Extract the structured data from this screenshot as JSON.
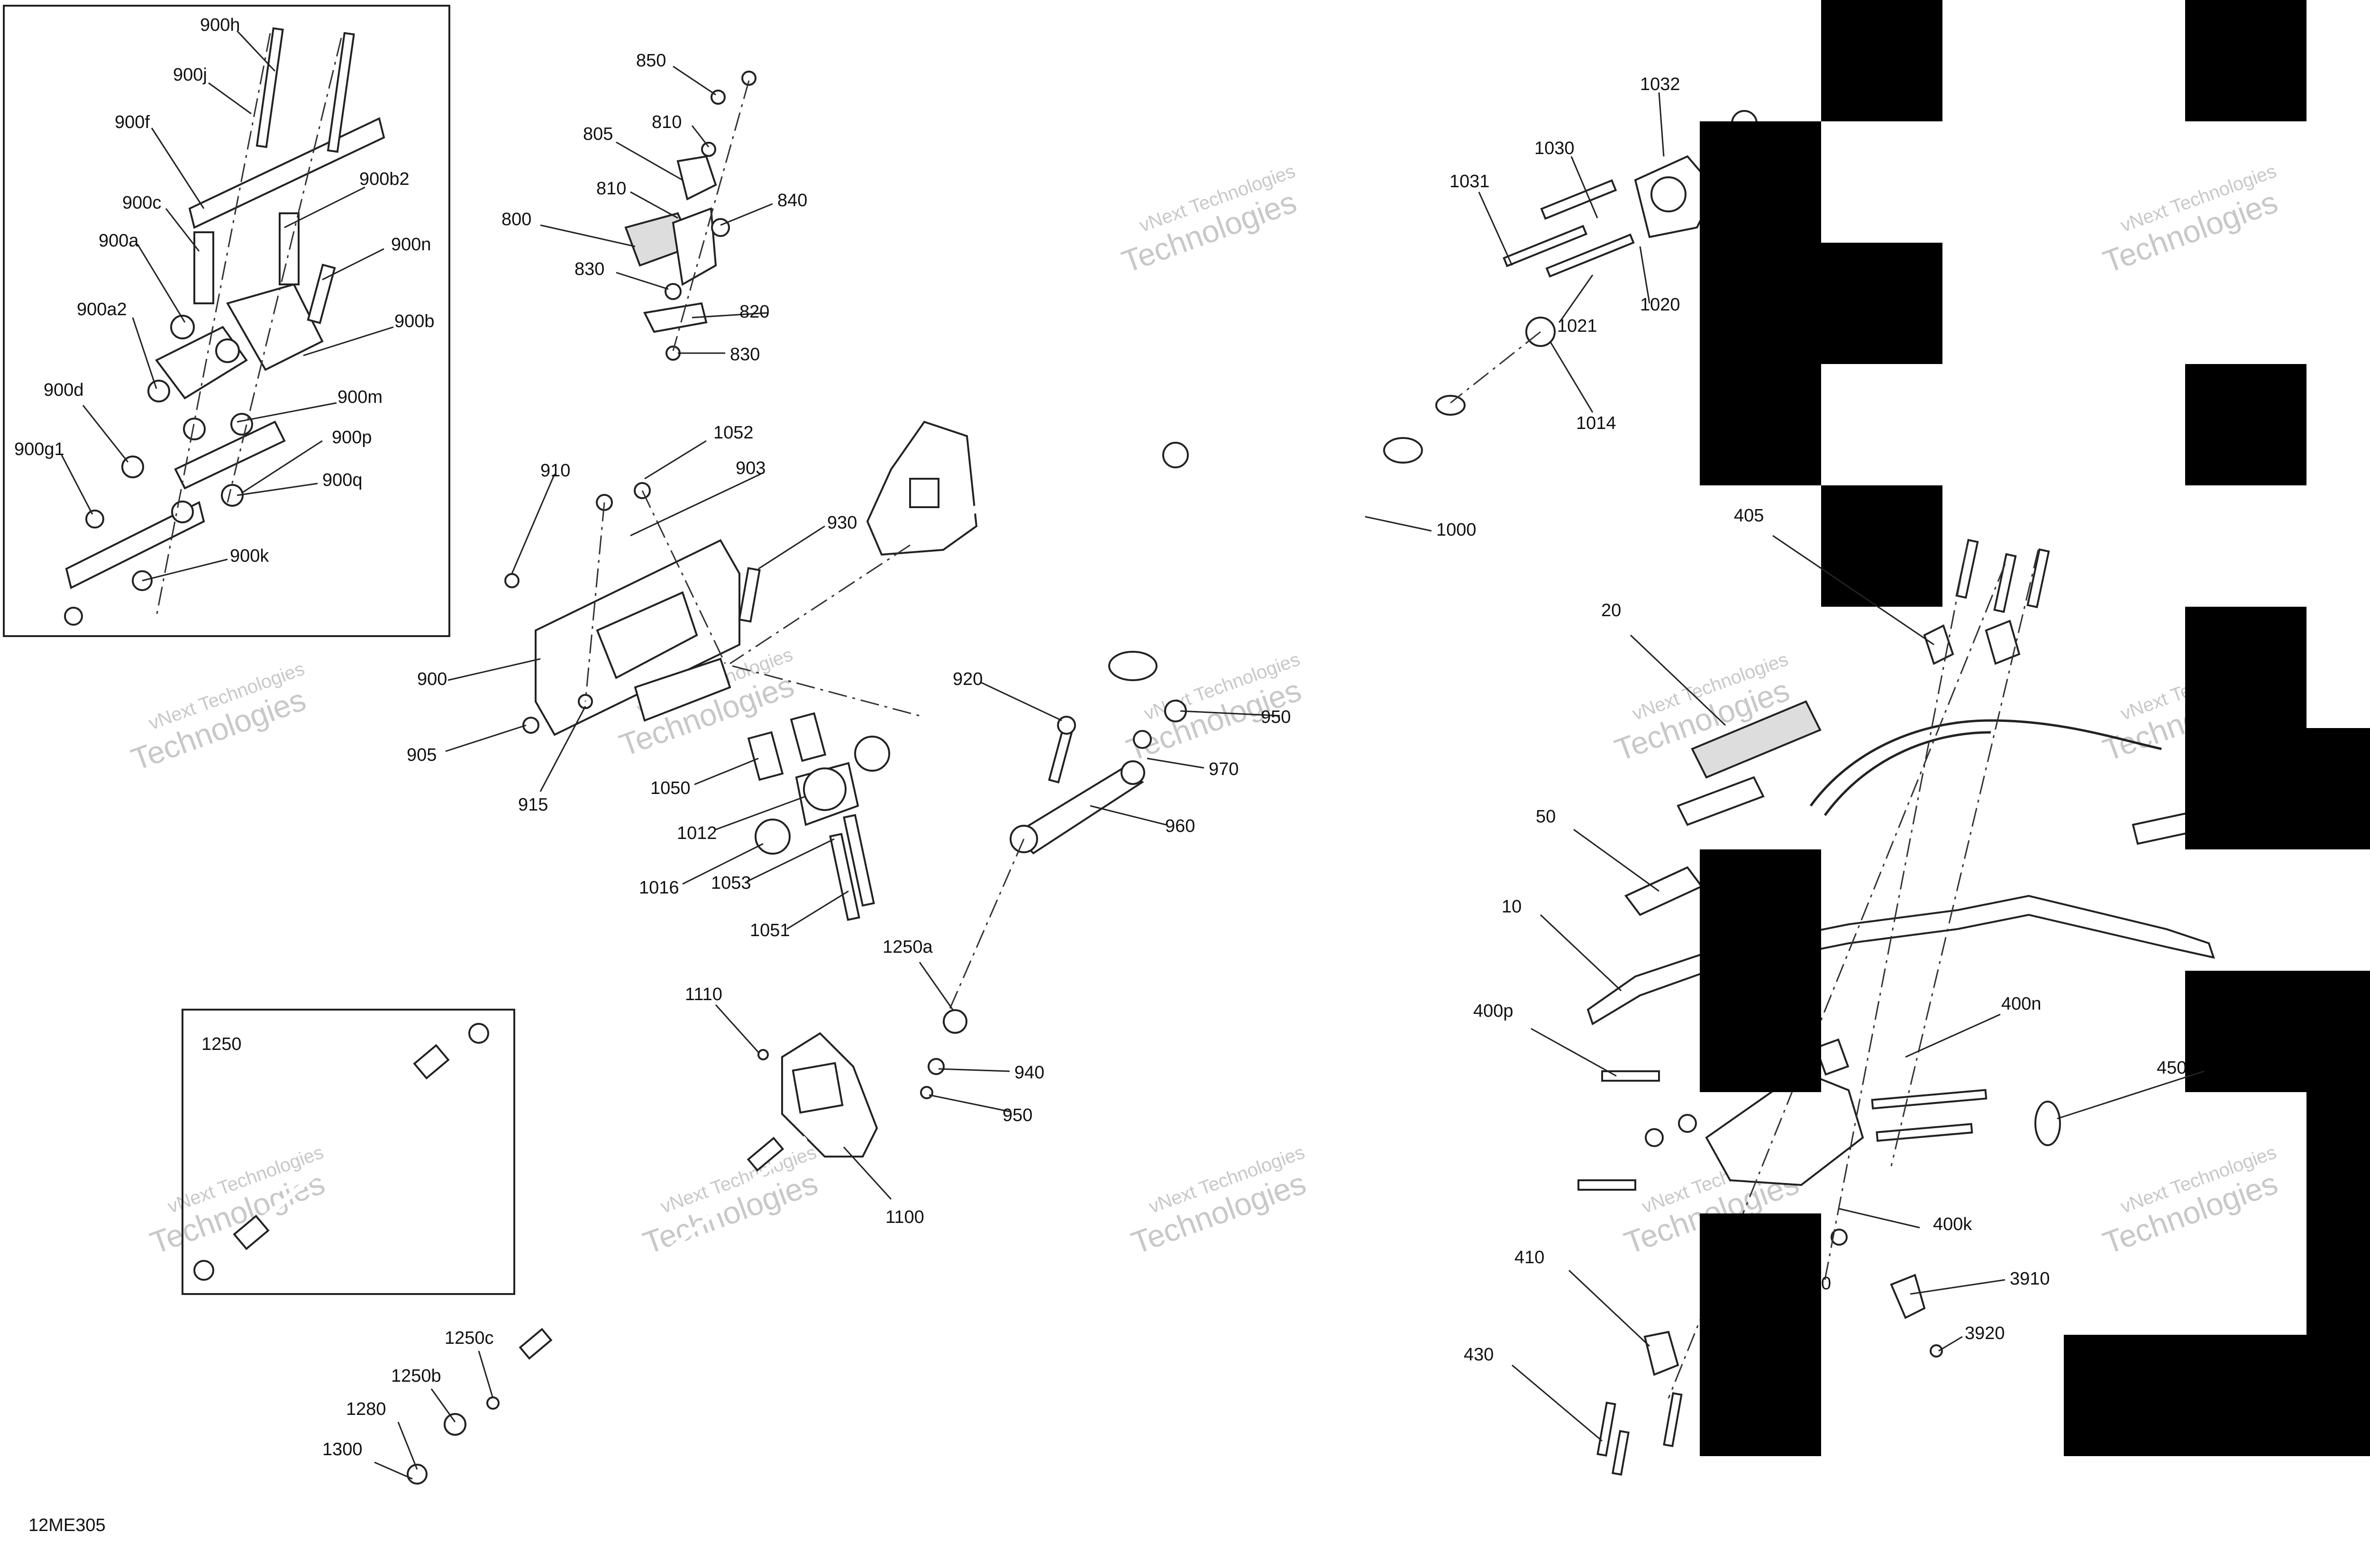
{
  "drawing_code": "12ME305",
  "watermark": [
    "vNext Technologies",
    "vNext",
    "Technologies"
  ],
  "inset_label": "1250",
  "callouts": [
    "900h",
    "900j",
    "900f",
    "900c",
    "900b2",
    "900a",
    "900n",
    "900a2",
    "900b",
    "900d",
    "900m",
    "900g1",
    "900p",
    "900q",
    "900k",
    "850",
    "810",
    "805",
    "840",
    "800",
    "810",
    "830",
    "820",
    "830",
    "910",
    "1052",
    "903",
    "930",
    "900",
    "905",
    "915",
    "1050",
    "1012",
    "1016",
    "1053",
    "1051",
    "920",
    "950",
    "970",
    "960",
    "1000",
    "1032",
    "1030",
    "1031",
    "1020",
    "1021",
    "1014",
    "405",
    "20",
    "50",
    "10",
    "400p",
    "400n",
    "450",
    "1110",
    "1250a",
    "940",
    "950",
    "1100",
    "1250c",
    "1250b",
    "1280",
    "1300",
    "400k",
    "410",
    "3910",
    "3920",
    "430",
    "0"
  ]
}
